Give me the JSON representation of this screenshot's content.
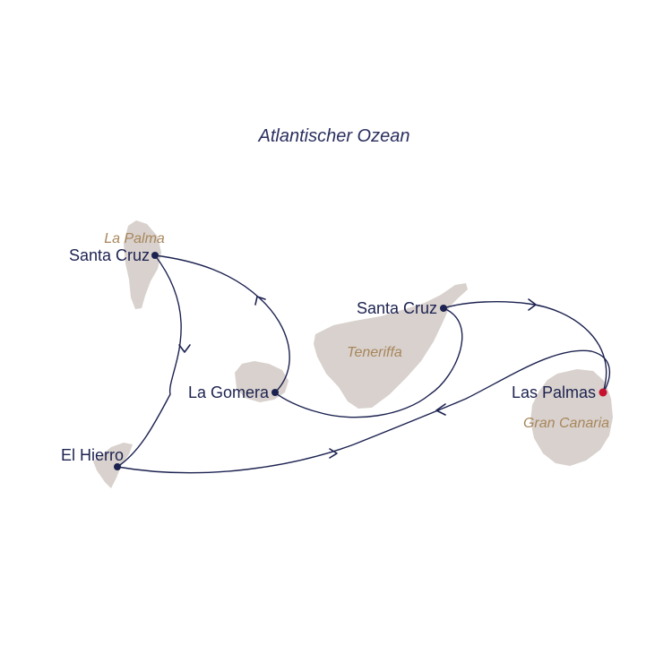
{
  "map": {
    "ocean_label": "Atlantischer Ozean",
    "islands": {
      "la_palma": "La Palma",
      "tenerife": "Teneriffa",
      "gran_canaria": "Gran Canaria",
      "la_gomera": "",
      "el_hierro": ""
    },
    "ports": {
      "santa_cruz_la_palma": "Santa Cruz",
      "santa_cruz_tenerife": "Santa Cruz",
      "la_gomera": "La Gomera",
      "el_hierro": "El Hierro",
      "las_palmas": "Las Palmas"
    },
    "colors": {
      "route": "#1c2250",
      "home_port": "#c4122f",
      "port": "#1c2250",
      "land": "#d8d1cd",
      "island_label": "#a8865b"
    }
  }
}
